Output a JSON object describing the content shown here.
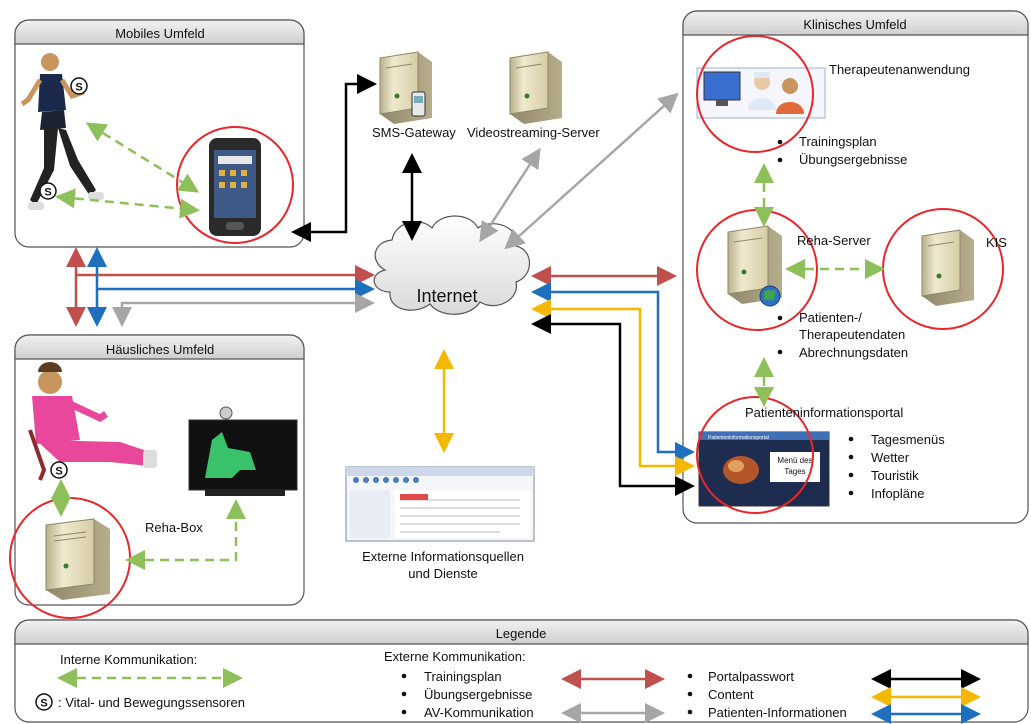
{
  "panels": {
    "mobile": {
      "title": "Mobiles Umfeld"
    },
    "home": {
      "title": "Häusliches Umfeld"
    },
    "clinical": {
      "title": "Klinisches Umfeld"
    },
    "legend": {
      "title": "Legende"
    }
  },
  "nodes": {
    "sms_gateway": "SMS-Gateway",
    "video_server": "Videostreaming-Server",
    "internet": "Internet",
    "therapist_app": "Therapeutenanwendung",
    "reha_server": "Reha-Server",
    "kis": "KIS",
    "patient_portal": "Patienteninformationsportal",
    "reha_box": "Reha-Box",
    "external_line1": "Externe Informationsquellen",
    "external_line2": "und Dienste"
  },
  "therapist_items": [
    "Trainingsplan",
    "Übungsergebnisse"
  ],
  "reha_items": [
    "Patienten-/",
    "Therapeutendaten",
    "Abrechnungsdaten"
  ],
  "portal_items": [
    "Tagesmenüs",
    "Wetter",
    "Touristik",
    "Infopläne"
  ],
  "portal_screen": {
    "title": "Patienteninformationsportal",
    "menu_line1": "Menü des",
    "menu_line2": "Tages"
  },
  "sensor_badge": "S",
  "legend": {
    "internal_label": "Interne Kommunikation:",
    "sensor_label": ": Vital- und Bewegungssensoren",
    "external_label": "Externe Kommunikation:",
    "items_left": [
      {
        "label": "Trainingsplan",
        "color": "#c0504d"
      },
      {
        "label": "Übungsergebnisse",
        "color": "#c0504d"
      },
      {
        "label": "AV-Kommunikation",
        "color": "#a6a6a6"
      }
    ],
    "items_right": [
      {
        "label": "Portalpasswort",
        "color": "#000000"
      },
      {
        "label": "Content",
        "color": "#f5b800"
      },
      {
        "label": "Patienten-Informationen",
        "color": "#1f6fbf"
      }
    ]
  },
  "colors": {
    "internal_green": "#8dbf5a",
    "red_circle": "#e8262b",
    "panel_header": "#dcdcdc"
  }
}
